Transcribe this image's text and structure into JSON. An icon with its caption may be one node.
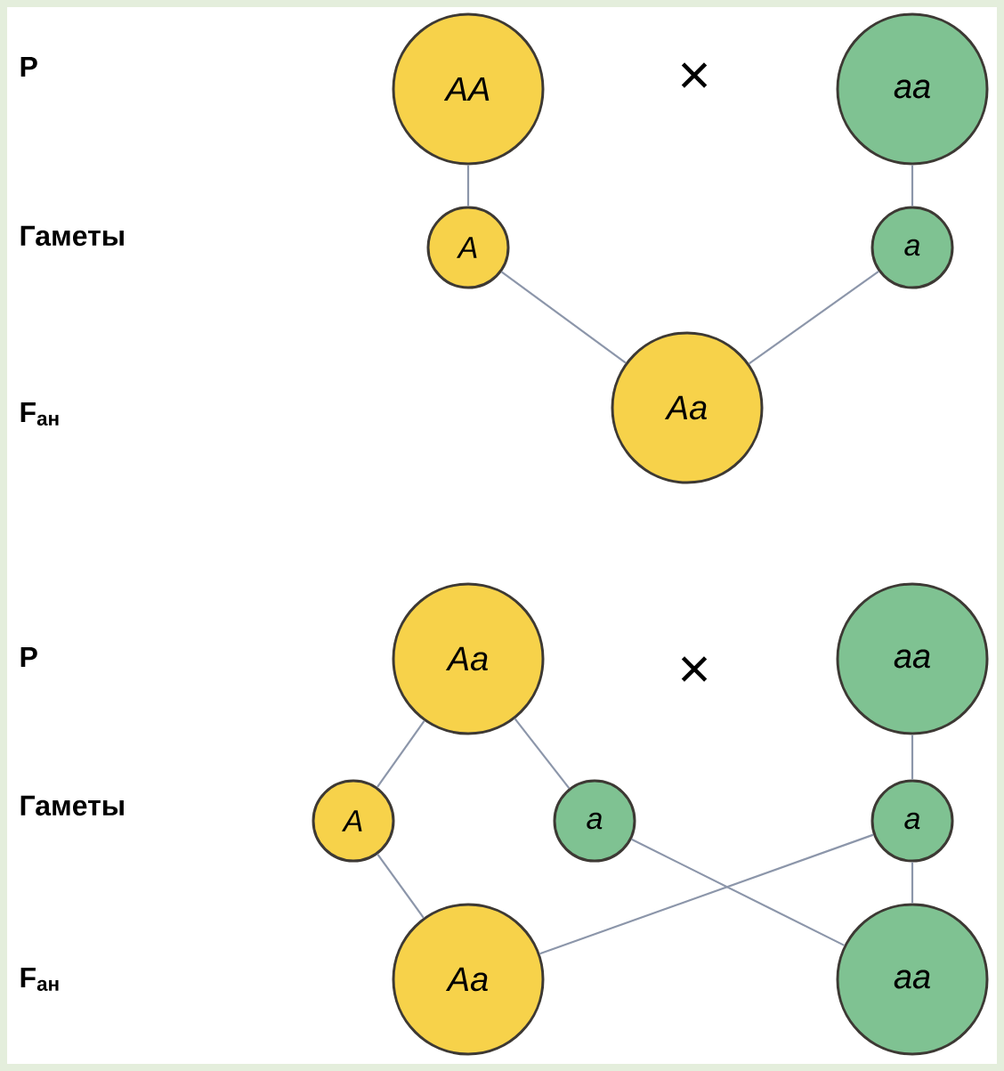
{
  "diagram": {
    "nodes": [
      {
        "text": [
          "AA"
        ]
      },
      {
        "text": [
          "aa"
        ]
      },
      {
        "text": [
          "A"
        ]
      },
      {
        "text": [
          "a"
        ]
      },
      {
        "text": [
          "Aa"
        ]
      },
      {
        "text": [
          "Aa"
        ]
      },
      {
        "text": [
          "aa"
        ]
      },
      {
        "text": [
          "A"
        ]
      },
      {
        "text": [
          "a"
        ]
      },
      {
        "text": [
          "a"
        ]
      },
      {
        "text": [
          "Aa"
        ]
      },
      {
        "text": [
          "aa"
        ]
      }
    ],
    "edges": [
      {
        "from": 0,
        "to": 2,
        "arrow": "none"
      },
      {
        "from": 1,
        "to": 3,
        "arrow": "none"
      },
      {
        "from": 2,
        "to": 4,
        "arrow": "none"
      },
      {
        "from": 3,
        "to": 4,
        "arrow": "none"
      },
      {
        "from": 5,
        "to": 7,
        "arrow": "none"
      },
      {
        "from": 5,
        "to": 8,
        "arrow": "none"
      },
      {
        "from": 6,
        "to": 9,
        "arrow": "none"
      },
      {
        "from": 7,
        "to": 10,
        "arrow": "none"
      },
      {
        "from": 8,
        "to": 11,
        "arrow": "none"
      },
      {
        "from": 9,
        "to": 10,
        "arrow": "none"
      },
      {
        "from": 9,
        "to": 11,
        "arrow": "none"
      }
    ],
    "labels": [
      "P",
      "×",
      "Гаметы",
      "F$_{ан}$",
      "P",
      "×",
      "Гаметы",
      "F$_{ан}$"
    ]
  }
}
